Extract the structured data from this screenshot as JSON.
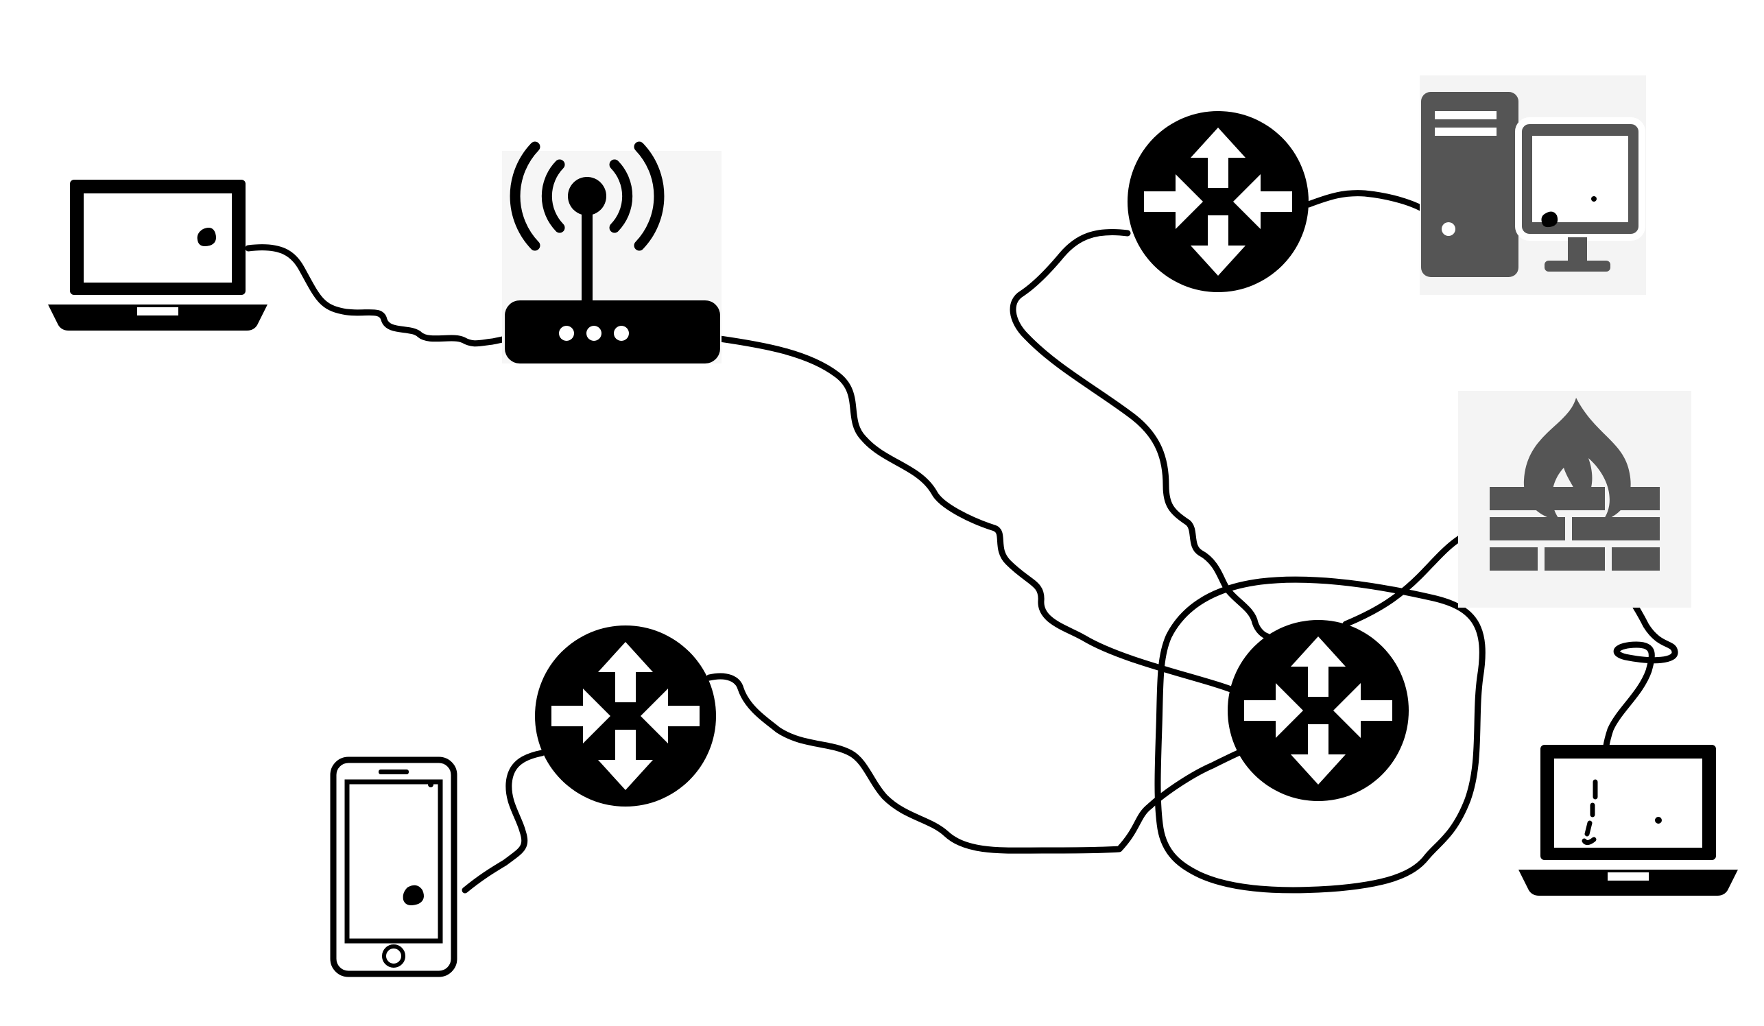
{
  "colors": {
    "background": "#ffffff",
    "ink": "#000000",
    "gray_device": "#555555",
    "gray_backdrop": "#f4f4f4"
  },
  "devices": [
    {
      "id": "laptop-left",
      "icon": "laptop-icon"
    },
    {
      "id": "wifi-router",
      "icon": "wireless-router-icon"
    },
    {
      "id": "router-top",
      "icon": "router-icon"
    },
    {
      "id": "desktop-pc",
      "icon": "desktop-computer-icon"
    },
    {
      "id": "firewall",
      "icon": "firewall-icon"
    },
    {
      "id": "router-center",
      "icon": "router-icon"
    },
    {
      "id": "router-bottom",
      "icon": "router-icon"
    },
    {
      "id": "smartphone",
      "icon": "smartphone-icon"
    },
    {
      "id": "laptop-right",
      "icon": "laptop-icon"
    }
  ],
  "connections": [
    {
      "from": "laptop-left",
      "to": "wifi-router"
    },
    {
      "from": "wifi-router",
      "to": "router-center"
    },
    {
      "from": "router-top",
      "to": "desktop-pc"
    },
    {
      "from": "router-top",
      "to": "router-center"
    },
    {
      "from": "router-center",
      "to": "firewall"
    },
    {
      "from": "firewall",
      "to": "laptop-right"
    },
    {
      "from": "router-bottom",
      "to": "router-center"
    },
    {
      "from": "smartphone",
      "to": "router-bottom"
    }
  ]
}
